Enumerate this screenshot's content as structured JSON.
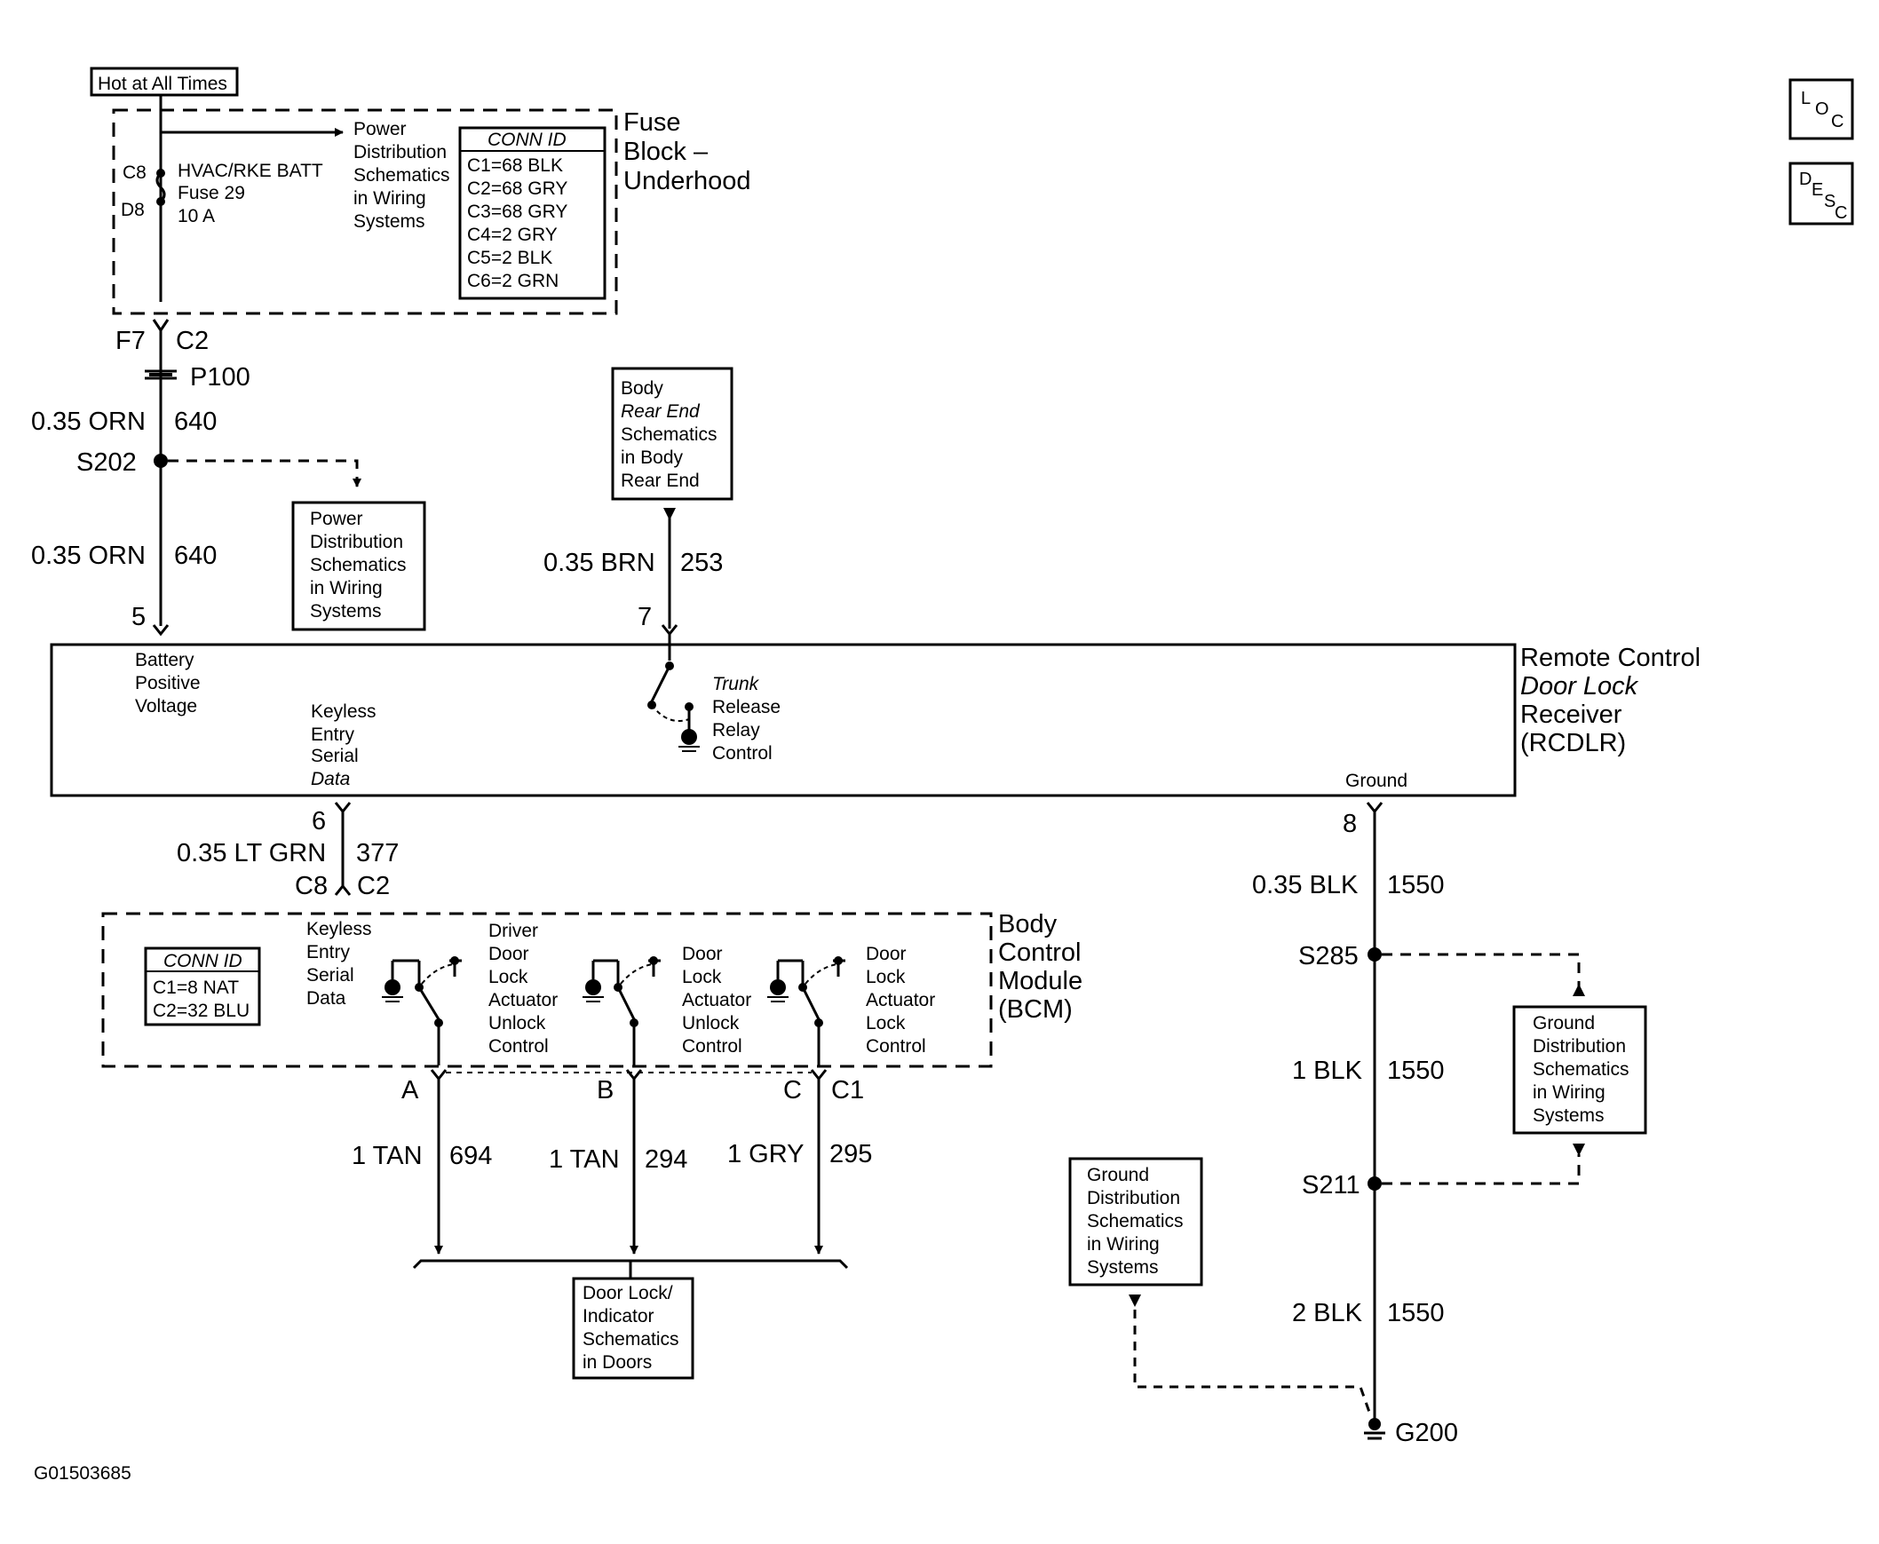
{
  "hot_at_all_times": "Hot at All Times",
  "fuse_block": {
    "title": [
      "Fuse",
      "Block –",
      "Underhood"
    ],
    "pin_c8": "C8",
    "pin_d8": "D8",
    "fuse_label": [
      "HVAC/RKE BATT",
      "Fuse 29",
      "10 A"
    ],
    "power_dist_ref": [
      "Power",
      "Distribution",
      "Schematics",
      "in Wiring",
      "Systems"
    ],
    "conn_id_header": "CONN ID",
    "conn_ids": [
      "C1=68 BLK",
      "C2=68 GRY",
      "C3=68 GRY",
      "C4=2 GRY",
      "C5=2 BLK",
      "C6=2 GRN"
    ]
  },
  "connector_f7_c2": {
    "left": "F7",
    "right": "C2"
  },
  "p100": "P100",
  "wire_640_upper": {
    "size_color": "0.35 ORN",
    "circuit": "640"
  },
  "splice_s202": "S202",
  "power_dist_ref_2": [
    "Power",
    "Distribution",
    "Schematics",
    "in Wiring",
    "Systems"
  ],
  "wire_640_lower": {
    "size_color": "0.35 ORN",
    "circuit": "640"
  },
  "pin_5": "5",
  "body_rear_end_ref": [
    "Body",
    "Rear End",
    "Schematics",
    "in Body",
    "Rear End"
  ],
  "wire_253": {
    "size_color": "0.35 BRN",
    "circuit": "253"
  },
  "pin_7": "7",
  "rcdlr": {
    "title": [
      "Remote Control",
      "Door Lock",
      "Receiver",
      "(RCDLR)"
    ],
    "battery_label": [
      "Battery",
      "Positive",
      "Voltage"
    ],
    "keyless_label": [
      "Keyless",
      "Entry",
      "Serial",
      "Data"
    ],
    "trunk_label": [
      "Trunk",
      "Release",
      "Relay",
      "Control"
    ],
    "ground_label": "Ground"
  },
  "pin_6": "6",
  "wire_377": {
    "size_color": "0.35 LT GRN",
    "circuit": "377"
  },
  "connector_c8_c2": {
    "left": "C8",
    "right": "C2"
  },
  "bcm": {
    "title": [
      "Body",
      "Control",
      "Module",
      "(BCM)"
    ],
    "conn_id_header": "CONN ID",
    "conn_ids": [
      "C1=8 NAT",
      "C2=32 BLU"
    ],
    "keyless_label": [
      "Keyless",
      "Entry",
      "Serial",
      "Data"
    ],
    "driver_unlock_label": [
      "Driver",
      "Door",
      "Lock",
      "Actuator",
      "Unlock",
      "Control"
    ],
    "door_unlock_label": [
      "Door",
      "Lock",
      "Actuator",
      "Unlock",
      "Control"
    ],
    "door_lock_label": [
      "Door",
      "Lock",
      "Actuator",
      "Lock",
      "Control"
    ]
  },
  "pins_abc": {
    "a": "A",
    "b": "B",
    "c": "C",
    "c1": "C1"
  },
  "wire_694": {
    "size_color": "1 TAN",
    "circuit": "694"
  },
  "wire_294": {
    "size_color": "1 TAN",
    "circuit": "294"
  },
  "wire_295": {
    "size_color": "1 GRY",
    "circuit": "295"
  },
  "door_lock_ref": [
    "Door Lock/",
    "Indicator",
    "Schematics",
    "in Doors"
  ],
  "pin_8": "8",
  "wire_1550_a": {
    "size_color": "0.35 BLK",
    "circuit": "1550"
  },
  "splice_s285": "S285",
  "wire_1550_b": {
    "size_color": "1 BLK",
    "circuit": "1550"
  },
  "ground_dist_ref_1": [
    "Ground",
    "Distribution",
    "Schematics",
    "in Wiring",
    "Systems"
  ],
  "splice_s211": "S211",
  "ground_dist_ref_2": [
    "Ground",
    "Distribution",
    "Schematics",
    "in Wiring",
    "Systems"
  ],
  "wire_1550_c": {
    "size_color": "2 BLK",
    "circuit": "1550"
  },
  "ground_g200": "G200",
  "figure_id": "G01503685",
  "loc_icon": "LOC",
  "desc_icon": "DESC"
}
